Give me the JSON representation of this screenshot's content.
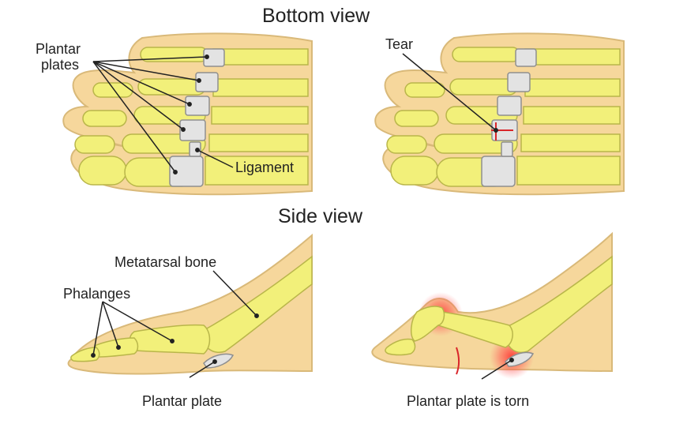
{
  "titles": {
    "bottom_view": "Bottom view",
    "side_view": "Side view"
  },
  "labels": {
    "plantar_plates_line1": "Plantar",
    "plantar_plates_line2": "plates",
    "ligament": "Ligament",
    "tear": "Tear",
    "metatarsal_bone": "Metatarsal bone",
    "phalanges": "Phalanges",
    "plantar_plate": "Plantar plate",
    "plantar_plate_torn": "Plantar plate is torn"
  },
  "colors": {
    "skin": "#f6d79c",
    "skin_outline": "#d9b979",
    "bone": "#f2f07a",
    "bone_outline": "#b9b64a",
    "plate": "#e3e3e3",
    "plate_outline": "#8f8f8f",
    "tear": "#d9262a",
    "inflammation": "#ff3b3b",
    "leader": "#222222"
  }
}
